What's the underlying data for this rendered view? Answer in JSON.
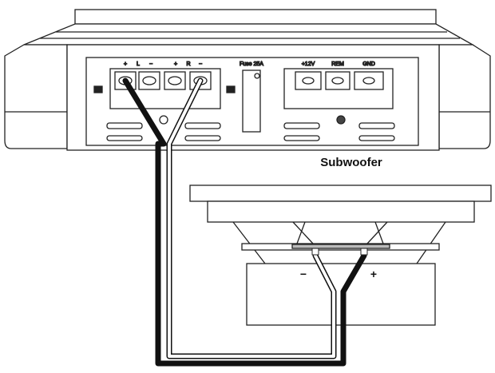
{
  "amplifier": {
    "speaker_terminals": [
      "+",
      "L",
      "−",
      "+",
      "R",
      "−"
    ],
    "fuse_label": "Fuse 25A",
    "power_terminals": [
      "+12V",
      "REM",
      "GND"
    ]
  },
  "subwoofer": {
    "title": "Subwoofer",
    "minus_label": "−",
    "plus_label": "+"
  },
  "colors": {
    "positive_wire": "#111111",
    "negative_wire": "#ffffff",
    "outline": "#222222"
  }
}
